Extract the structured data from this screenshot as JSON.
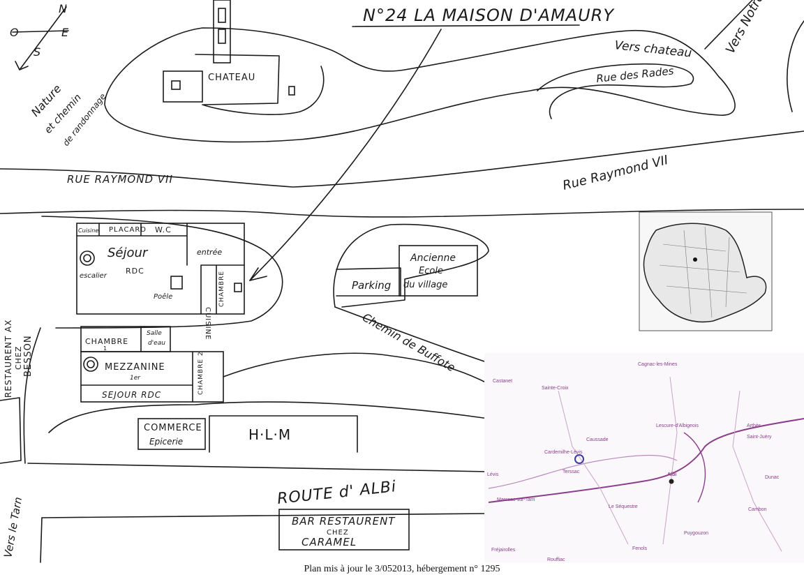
{
  "title": "N°24 LA MAISON D'AMAURY",
  "footer": "Plan mis à jour le 3/052013, hébergement n° 1295",
  "compass": {
    "n": "N",
    "s": "S",
    "e": "E",
    "o": "O"
  },
  "streets": {
    "rue_raymond_left": "RUE RAYMOND VII",
    "rue_raymond_right": "Rue Raymond VII",
    "rue_des_rades": "Rue des Rades",
    "vers_chateau": "Vers chateau",
    "vers_croix": "Vers Notre Croix",
    "nature": [
      "Nature",
      "et chemin",
      "de randonnage"
    ],
    "chemin_buffote": "Chemin de Buffote",
    "route_albi": "ROUTE d' ALBi",
    "vers_tarn": "Vers le Tarn",
    "restaurant_besson": [
      "RESTAURENT AX",
      "CHEZ",
      "BESSON"
    ]
  },
  "buildings": {
    "chateau": "CHATEAU",
    "hlm": "H·L·M",
    "commerce": [
      "COMMERCE",
      "Epicerie"
    ],
    "parking": "Parking",
    "ecole": [
      "Ancienne",
      "Ecole",
      "du village"
    ],
    "bar": [
      "BAR RESTAURENT",
      "CHEZ",
      "CARAMEL"
    ]
  },
  "house": {
    "ground_floor": {
      "rooms_top": [
        "Cuisine",
        "PLACARD",
        "W.C"
      ],
      "sejour": "Séjour",
      "rdc": "RDC",
      "entree": "entrée",
      "cheminee": "escalier",
      "poele": "Poêle",
      "cuisine": "CUISINE",
      "chambre": "CHAMBRE"
    },
    "upper_floor": {
      "chambre1": [
        "CHAMBRE",
        "1"
      ],
      "salle_eau": [
        "Salle",
        "d'eau"
      ],
      "mezzanine": [
        "MEZZANINE",
        "1er"
      ],
      "chambre2": "CHAMBRE 2",
      "sejour_rdc": "SEJOUR RDC"
    }
  },
  "inset_road_map": {
    "places": [
      "Cagnac-les-Mines",
      "Castanet",
      "Sainte-Croix",
      "Lescure-d'Albigeois",
      "Arthès",
      "Saint-Juéry",
      "Cardemilhe-Lévis",
      "Terssac",
      "Albi",
      "Dunac",
      "Marssac-sur-Tarn",
      "Le Séquestre",
      "Cambon",
      "Puygouzon",
      "Fréjairolles",
      "Rouffiac",
      "Lévis",
      "Caussade",
      "Fenols"
    ]
  }
}
